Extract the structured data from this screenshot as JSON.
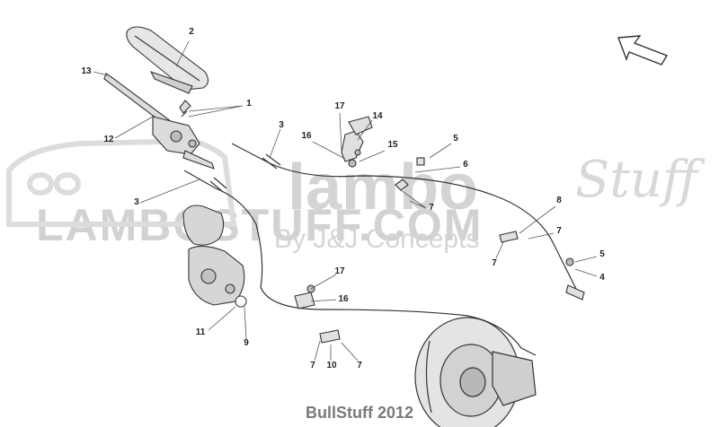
{
  "watermark": {
    "main": "LAMBOSTUFF.COM",
    "lambo": "lambo",
    "stuff": "Stuff",
    "byline": "By J&J Concepts"
  },
  "footer": "BullStuff 2012",
  "callouts": [
    "2",
    "13",
    "1",
    "12",
    "3",
    "17",
    "14",
    "16",
    "15",
    "5",
    "6",
    "3",
    "7",
    "8",
    "7",
    "7",
    "5",
    "4",
    "17",
    "16",
    "11",
    "9",
    "7",
    "10",
    "7"
  ],
  "icons": {
    "direction": "direction-arrow-icon"
  }
}
